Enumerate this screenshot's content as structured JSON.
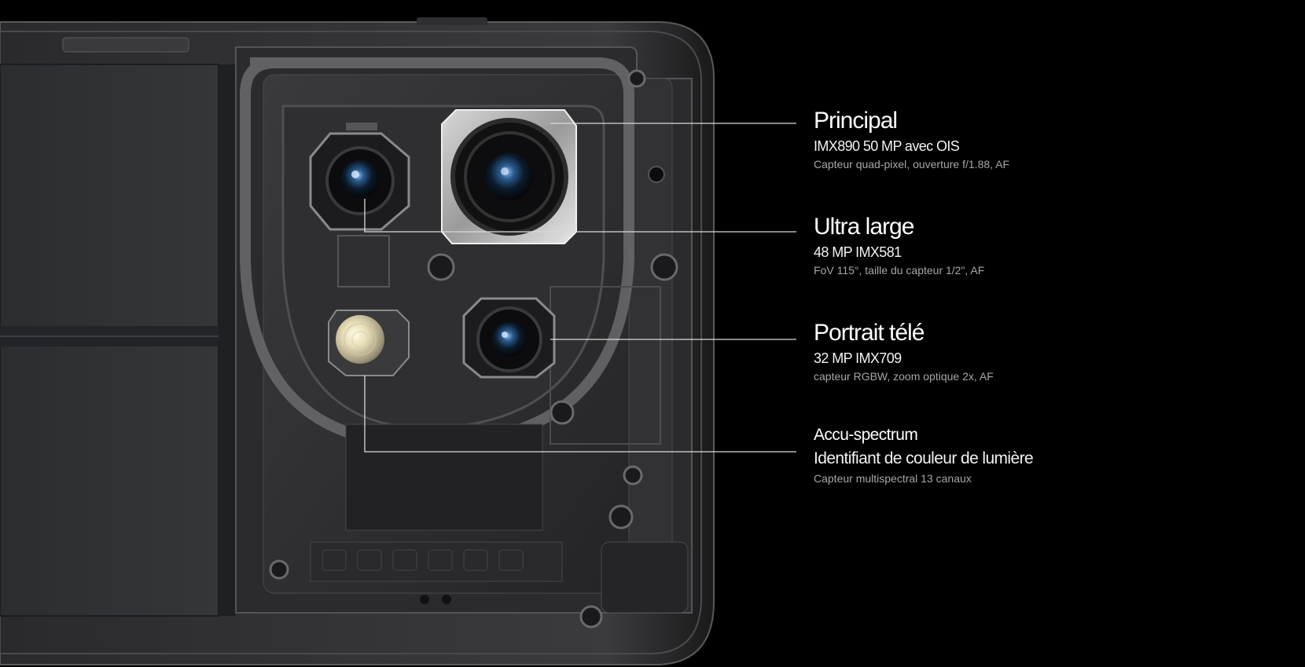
{
  "callouts": [
    {
      "title": "Principal",
      "spec": "IMX890 50 MP avec OIS",
      "desc": "Capteur quad-pixel, ouverture f/1.88, AF"
    },
    {
      "title": "Ultra large",
      "spec": "48 MP IMX581",
      "desc": "FoV 115°, taille du capteur 1/2\", AF"
    },
    {
      "title": "Portrait télé",
      "spec": "32 MP IMX709",
      "desc": "capteur RGBW, zoom optique 2x, AF"
    },
    {
      "title": "Accu-spectrum",
      "spec": "Identifiant de couleur de lumière",
      "desc": "Capteur multispectral 13 canaux"
    }
  ],
  "colors": {
    "background": "#000000",
    "title": "#ffffff",
    "description": "#a6a6a6",
    "leader_line": "#d9d9d9"
  },
  "icons": [
    "phone-camera-module-illustration"
  ]
}
